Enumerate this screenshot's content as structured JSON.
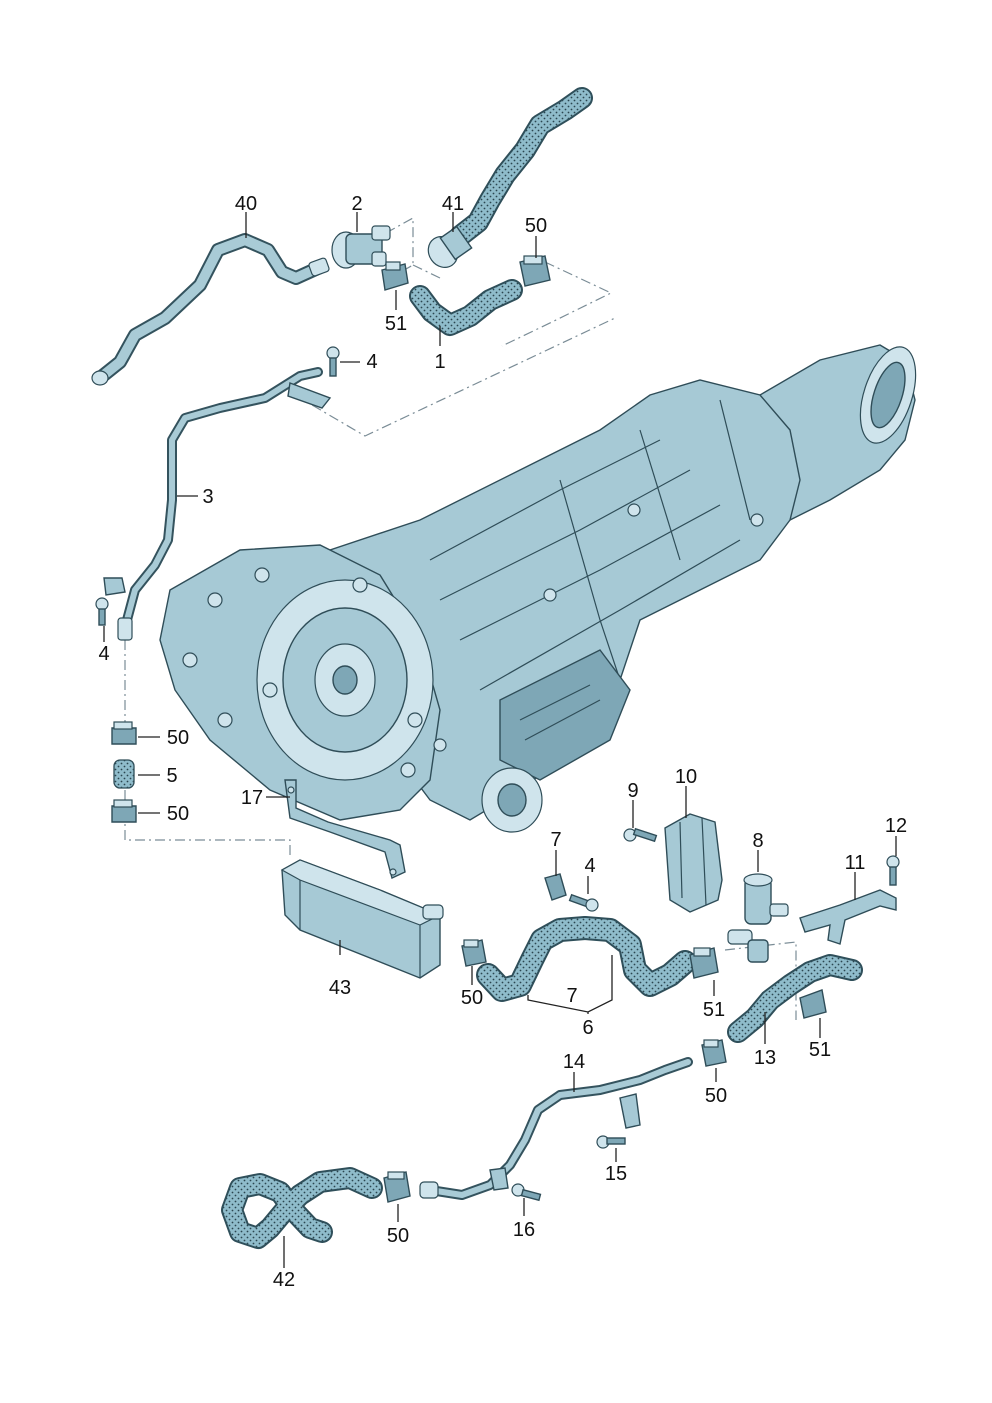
{
  "labels": {
    "p1": "1",
    "p2": "2",
    "p3": "3",
    "p4a": "4",
    "p4b": "4",
    "p4c": "4",
    "p5": "5",
    "p6": "6",
    "p7a": "7",
    "p7b": "7",
    "p8": "8",
    "p9": "9",
    "p10": "10",
    "p11": "11",
    "p12": "12",
    "p13": "13",
    "p14": "14",
    "p15": "15",
    "p16": "16",
    "p17": "17",
    "p40": "40",
    "p41": "41",
    "p42": "42",
    "p43": "43",
    "p50a": "50",
    "p50b": "50",
    "p50c": "50",
    "p50d": "50",
    "p50e": "50",
    "p50f": "50",
    "p51a": "51",
    "p51b": "51",
    "p51c": "51"
  },
  "colors": {
    "part_fill": "#a6c9d5",
    "part_stroke": "#2f4d58",
    "hose_fill": "#7fb0c0",
    "dash_line": "#7a8c96",
    "background": "#ffffff"
  }
}
